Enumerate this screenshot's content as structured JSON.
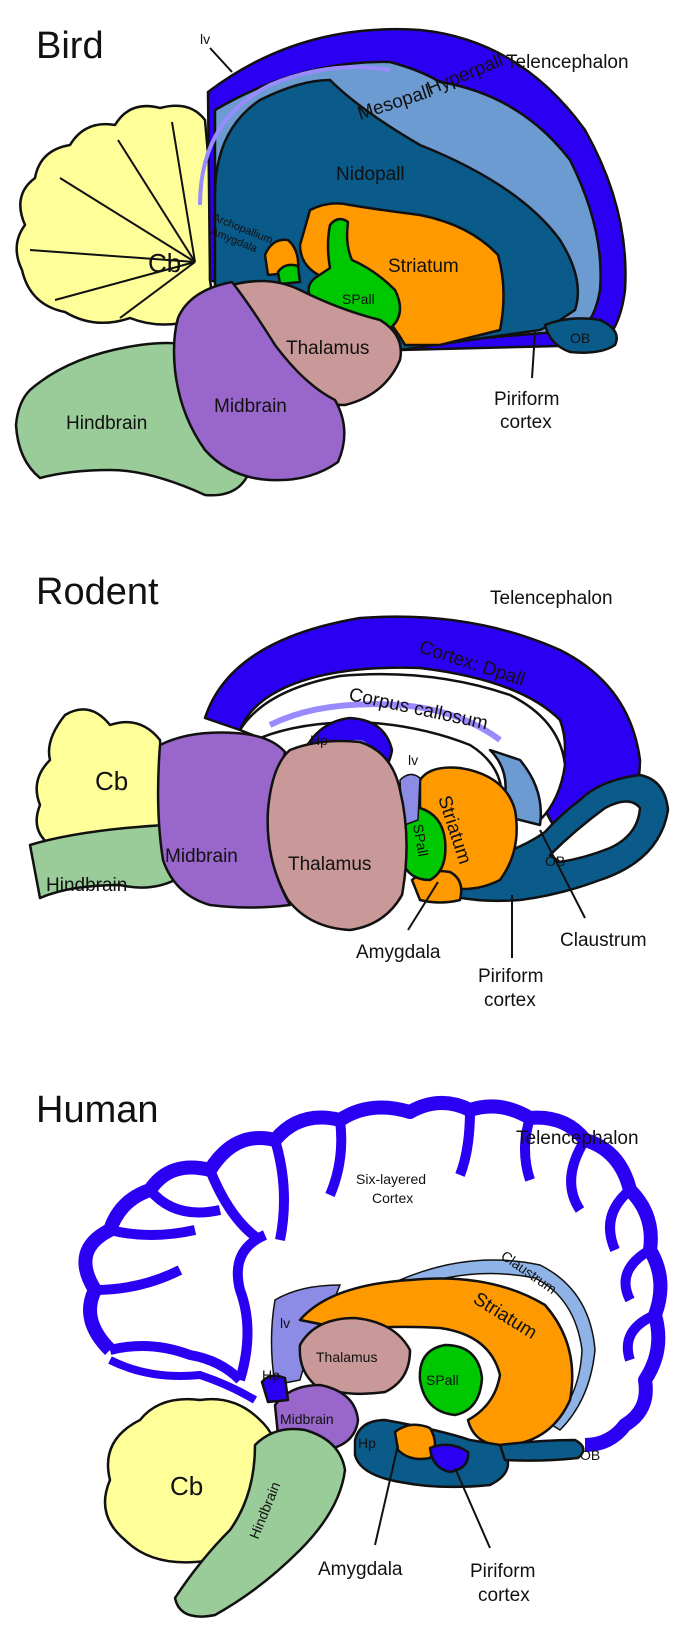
{
  "colors": {
    "telencephalon": "#2b00f2",
    "pallium_dark": "#0a5a8a",
    "mesopallium": "#6b9bd1",
    "striatum": "#ff9900",
    "subpallium": "#00c800",
    "thalamus": "#c99999",
    "midbrain": "#9966cc",
    "hindbrain": "#99cc99",
    "cerebellum": "#ffff99",
    "claustrum": "#8fb3e6"
  },
  "bird": {
    "title": "Bird",
    "telencephalon": "Telencephalon",
    "lv": "lv",
    "hyperpall": "Hyperpall",
    "mesopall": "Mesopall",
    "nidopall": "Nidopall",
    "arcopallium_1": "Archopallium",
    "arcopallium_2": "Amygdala",
    "striatum": "Striatum",
    "spall": "SPall",
    "cb": "Cb",
    "thalamus": "Thalamus",
    "midbrain": "Midbrain",
    "hindbrain": "Hindbrain",
    "ob": "OB",
    "piriform_1": "Piriform",
    "piriform_2": "cortex"
  },
  "rodent": {
    "title": "Rodent",
    "telencephalon": "Telencephalon",
    "cortex": "Cortex: Dpall",
    "corpus_callosum": "Corpus callosum",
    "hp": "Hp",
    "lv": "lv",
    "striatum": "Striatum",
    "spall": "SPall",
    "cb": "Cb",
    "midbrain": "Midbrain",
    "thalamus": "Thalamus",
    "hindbrain": "Hindbrain",
    "ob": "OB",
    "claustrum": "Claustrum",
    "amygdala": "Amygdala",
    "piriform_1": "Piriform",
    "piriform_2": "cortex"
  },
  "human": {
    "title": "Human",
    "telencephalon": "Telencephalon",
    "six_layered_1": "Six-layered",
    "six_layered_2": "Cortex",
    "claustrum": "Claustrum",
    "striatum": "Striatum",
    "lv": "lv",
    "thalamus": "Thalamus",
    "hp_upper": "Hp",
    "spall": "SPall",
    "midbrain": "Midbrain",
    "hp_lower": "Hp",
    "cb": "Cb",
    "hindbrain": "Hindbrain",
    "ob": "OB",
    "amygdala": "Amygdala",
    "piriform_1": "Piriform",
    "piriform_2": "cortex"
  }
}
